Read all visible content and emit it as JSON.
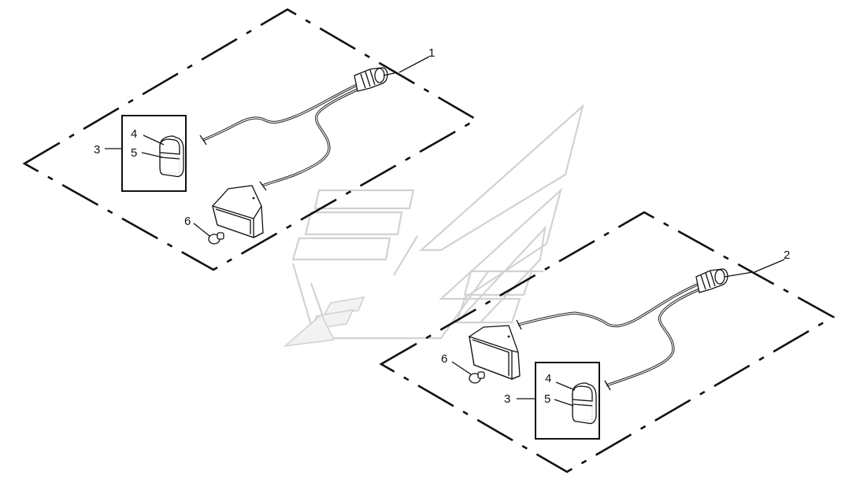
{
  "colors": {
    "line": "#111111",
    "watermark_stroke": "#d2d2d2",
    "watermark_fill": "#f2f2f2",
    "background": "#ffffff"
  },
  "callouts": {
    "left": {
      "assembly": "1",
      "inset": "3",
      "lens": "4",
      "bulb_holder": "5",
      "bulb": "6"
    },
    "right": {
      "assembly": "2",
      "inset": "3",
      "lens": "4",
      "bulb_holder": "5",
      "bulb": "6"
    }
  }
}
